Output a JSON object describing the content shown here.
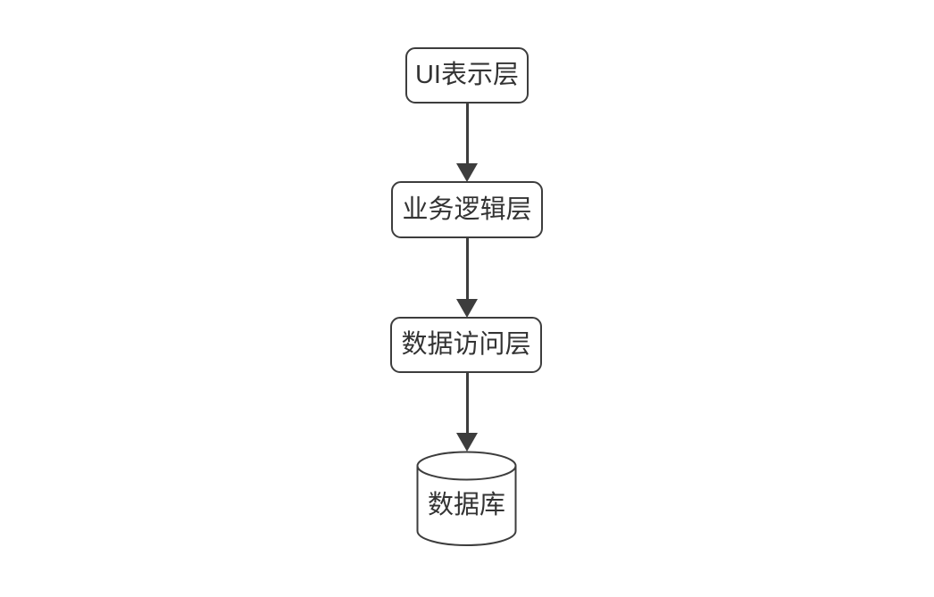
{
  "diagram": {
    "title": "layered-architecture-flowchart",
    "background_color": "#ffffff",
    "stroke_color": "#3d3d3d",
    "text_color": "#333333",
    "nodes": [
      {
        "id": "ui-layer",
        "label": "UI表示层",
        "shape": "rounded-rect"
      },
      {
        "id": "business-layer",
        "label": "业务逻辑层",
        "shape": "rounded-rect"
      },
      {
        "id": "data-access-layer",
        "label": "数据访问层",
        "shape": "rounded-rect"
      },
      {
        "id": "database",
        "label": "数据库",
        "shape": "cylinder"
      }
    ],
    "edges": [
      {
        "from": "ui-layer",
        "to": "business-layer",
        "style": "solid-arrow-down"
      },
      {
        "from": "business-layer",
        "to": "data-access-layer",
        "style": "solid-arrow-down"
      },
      {
        "from": "data-access-layer",
        "to": "database",
        "style": "solid-arrow-down"
      }
    ]
  }
}
